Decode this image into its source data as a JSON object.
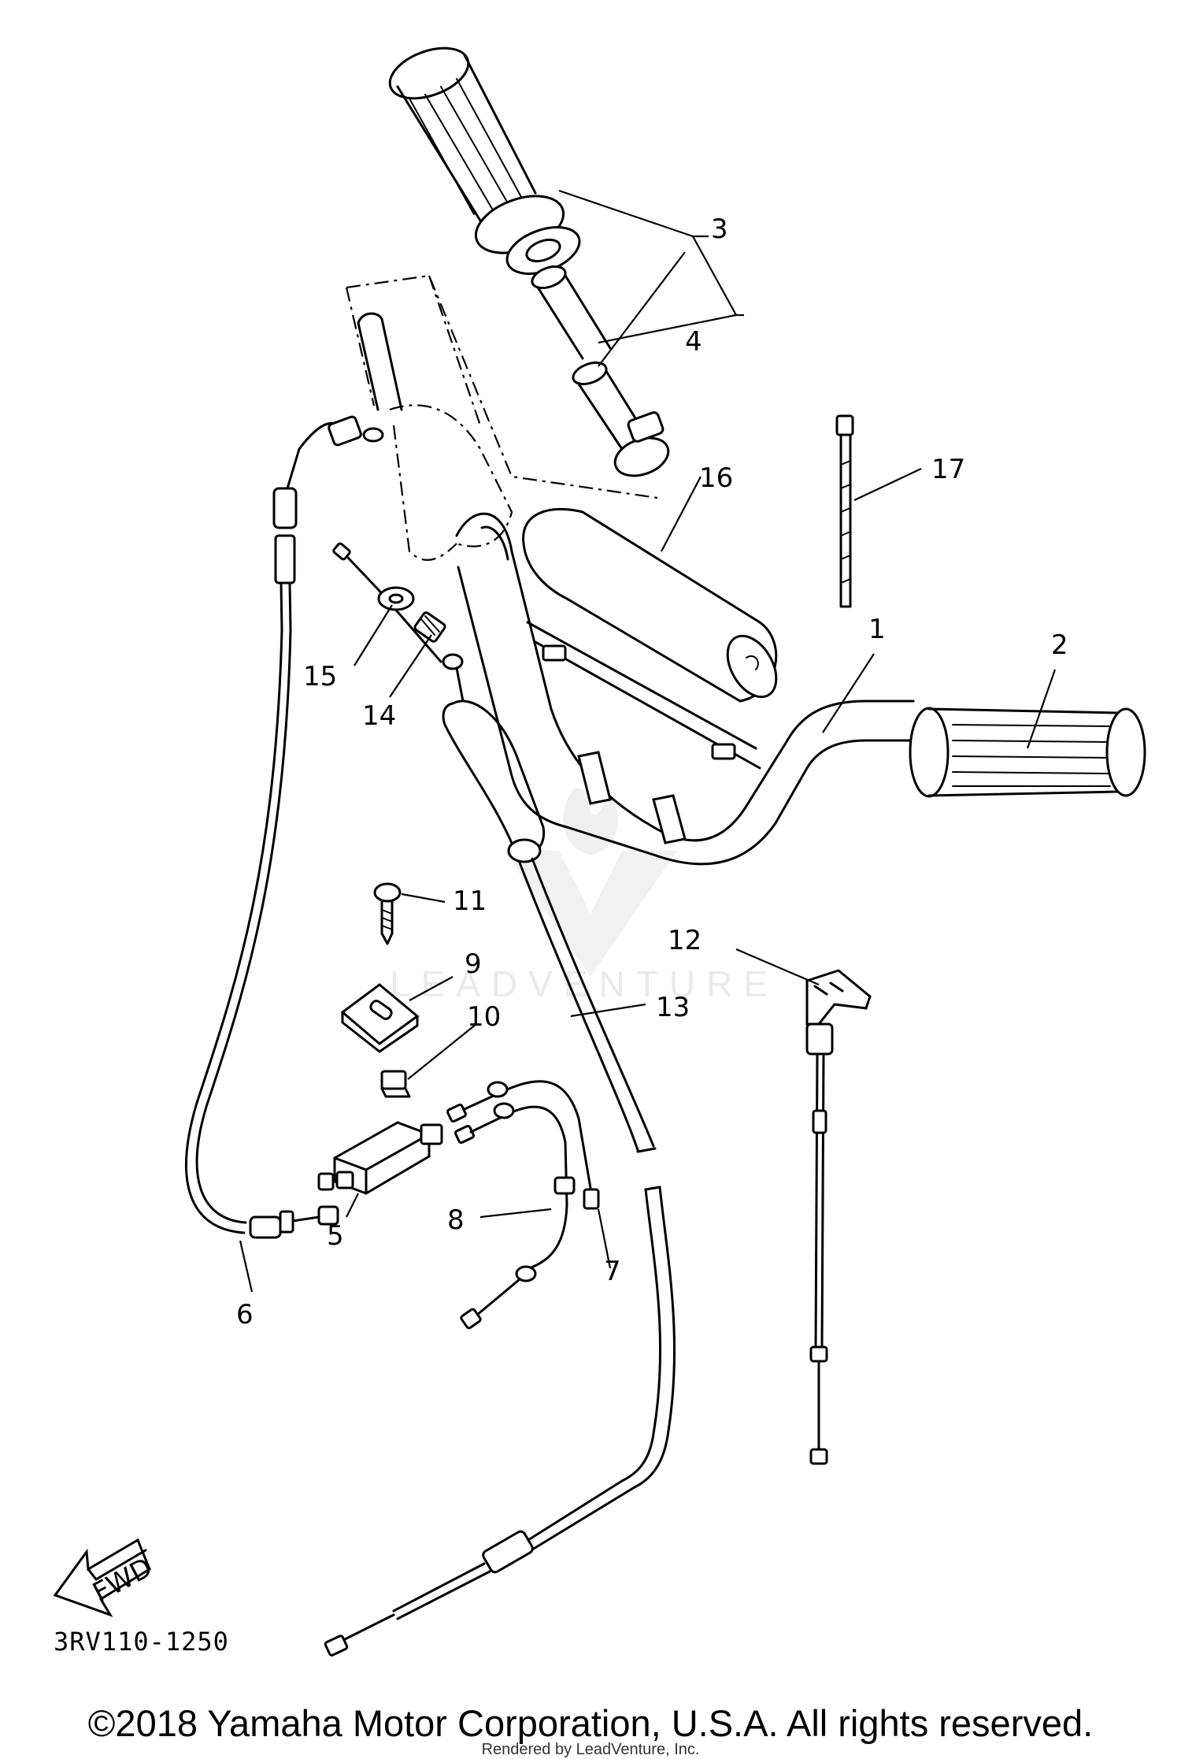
{
  "diagram_code": "3RV110-1250",
  "fwd_label": "FWD",
  "watermark": {
    "brand": "LEADVENTURE"
  },
  "callouts": [
    "1",
    "2",
    "3",
    "4",
    "5",
    "6",
    "7",
    "8",
    "9",
    "10",
    "11",
    "12",
    "13",
    "14",
    "15",
    "16",
    "17"
  ],
  "copyright": "©2018 Yamaha Motor Corporation, U.S.A. All rights reserved.",
  "rendered_by": "Rendered by LeadVenture, Inc."
}
